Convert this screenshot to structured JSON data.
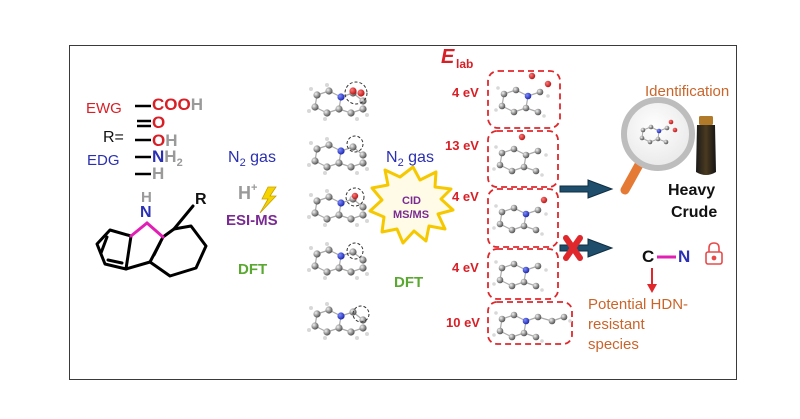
{
  "substituents": {
    "ewg_label": "EWG",
    "edg_label": "EDG",
    "r_label": "R=",
    "cooh_main": "COO",
    "cooh_h": "H",
    "oxo": "O",
    "oh_o": "O",
    "oh_h": "H",
    "nh2_n": "N",
    "nh2_h": "H",
    "nh2_sub": "2",
    "h": "H"
  },
  "core_structure": {
    "nh_n": "N",
    "nh_h": "H",
    "r": "R"
  },
  "ionization": {
    "n2": "N",
    "n2_sub": "2",
    "n2_gas": "gas",
    "hplus": "H",
    "hplus_sup": "+",
    "method": "ESI-MS",
    "dft": "DFT"
  },
  "fragmentation": {
    "n2": "N",
    "n2_sub": "2",
    "n2_gas": "gas",
    "cid": "CID",
    "msms": "MS/MS",
    "dft": "DFT"
  },
  "collision_energy": {
    "symbol": "E",
    "subscript": "lab",
    "levels": [
      "4 eV",
      "13 eV",
      "4 eV",
      "4 eV",
      "10 eV"
    ]
  },
  "outcomes": {
    "identification": "Identification",
    "heavy": "Heavy",
    "crude": "Crude",
    "bond_c": "C",
    "bond_n": "N",
    "resistant_line1": "Potential HDN-",
    "resistant_line2": "resistant",
    "resistant_line3": "species"
  },
  "colors": {
    "ewg": "#d81f26",
    "edg": "#2a2fb3",
    "ms": "#7a2a93",
    "dft": "#5aa832",
    "outcome": "#c9652a",
    "dashed_box": "#e0282c",
    "arrow_fill": "#1e4e6b"
  }
}
